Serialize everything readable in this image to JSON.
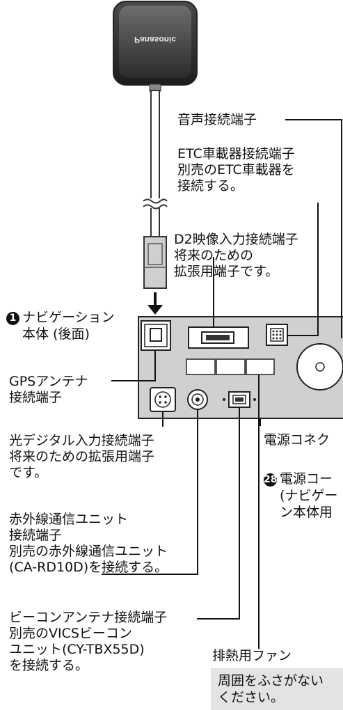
{
  "antenna": {
    "brand": "Panasonic"
  },
  "labels": {
    "audio_terminal": "音声接続端子",
    "etc_terminal": "ETC車載器接続端子\n別売のETC車載器を\n接続する。",
    "d2_terminal": "D2映像入力接続端子\n将来のための\n拡張用端子です。",
    "navi_unit_number": "1",
    "navi_unit": "ナビゲーション\n本体 (後面)",
    "gps_terminal": "GPSアンテナ\n接続端子",
    "optical_terminal": "光デジタル入力接続端子\n将来のための拡張用端子\nです。",
    "power_connector": "電源コネク",
    "power_cord_number": "28",
    "power_cord": "電源コー\n(ナビゲー\nン本体用",
    "ir_terminal": "赤外線通信ユニット\n接続端子\n別売の赤外線通信ユニット\n(CA-RD10D)を接続する。",
    "beacon_terminal": "ビーコンアンテナ接続端子\n別売のVICSビーコン\nユニット(CY-TBX55D)\nを接続する。",
    "fan": "排熱用ファン",
    "fan_note": "周囲をふさがない\nください。"
  }
}
